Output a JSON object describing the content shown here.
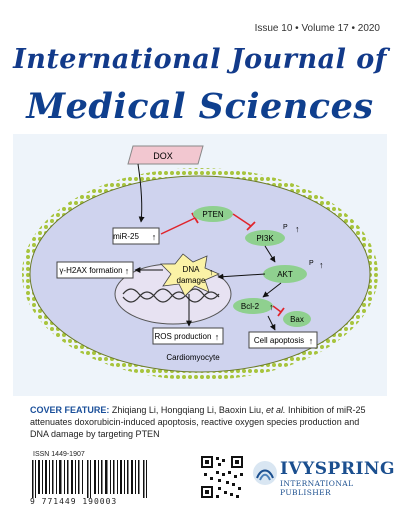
{
  "issue_line": "Issue 10 • Volume 17 • 2020",
  "journal": {
    "line1": "International Journal of",
    "line2": "Medical Sciences"
  },
  "figure": {
    "dox": "DOX",
    "mir25": "miR-25",
    "pten": "PTEN",
    "pi3k": "PI3K",
    "p": "P",
    "akt": "AKT",
    "bcl2": "Bcl-2",
    "bax": "Bax",
    "h2ax": "γ-H2AX formation",
    "dna_damage_1": "DNA",
    "dna_damage_2": "damage",
    "ros": "ROS production",
    "apoptosis": "Cell apoptosis",
    "cardiomyocyte": "Cardiomyocyte"
  },
  "cover": {
    "label": "COVER FEATURE:",
    "authors": "Zhiqiang Li, Hongqiang Li, Baoxin Liu,",
    "etal": "et al.",
    "text": "Inhibition of miR-25 attenuates doxorubicin-induced apoptosis, reactive oxygen species production and DNA damage by targeting PTEN"
  },
  "issn": "ISSN 1449-1907",
  "barcode_number": "9 771449 190003",
  "publisher": {
    "name": "IVYSPRING",
    "sub": "INTERNATIONAL PUBLISHER"
  },
  "colors": {
    "title": "#123a8a",
    "cell_fill": "#cfd3ee",
    "membrane": "#a7c43c",
    "protein": "#8fd08f",
    "arrow_red": "#e0242b"
  }
}
